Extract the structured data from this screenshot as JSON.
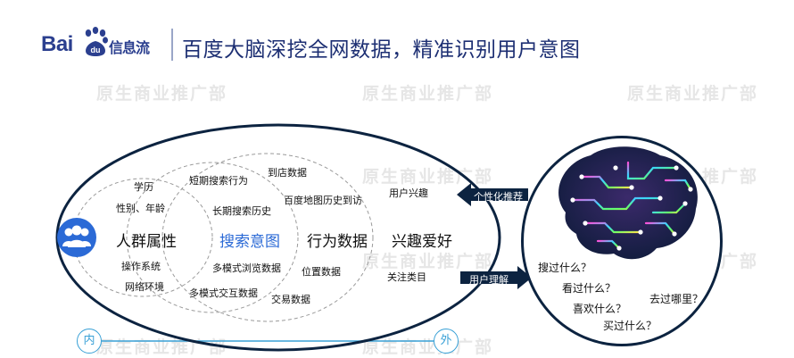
{
  "header": {
    "logo_brand": "Bai",
    "logo_product": "信息流",
    "title": "百度大脑深挖全网数据，精准识别用户意图"
  },
  "watermark": "原生商业推广部",
  "diagram": {
    "core_icon": "users-icon",
    "circles": [
      {
        "title": "人群属性",
        "items": [
          "学历",
          "性别、年龄",
          "操作系统",
          "网络环境"
        ]
      },
      {
        "title": "搜索意图",
        "items": [
          "短期搜索行为",
          "长期搜索历史",
          "多模式浏览数据",
          "多模式交互数据"
        ]
      },
      {
        "title": "行为数据",
        "items": [
          "到店数据",
          "百度地图历史到访",
          "位置数据",
          "交易数据"
        ]
      },
      {
        "title": "兴趣爱好",
        "items": [
          "用户兴趣",
          "关注类目"
        ]
      }
    ],
    "axis": {
      "inner": "内",
      "outer": "外"
    },
    "arrows": {
      "to_left": "个性化推荐",
      "to_right": "用户理解"
    },
    "brain_questions": [
      "搜过什么？",
      "看过什么？",
      "去过哪里？",
      "喜欢什么？",
      "买过什么？"
    ],
    "colors": {
      "dark_navy": "#0c2340",
      "accent_blue": "#2b6ad6",
      "axis_blue": "#38a0d6",
      "title_navy": "#1d2f73"
    }
  }
}
